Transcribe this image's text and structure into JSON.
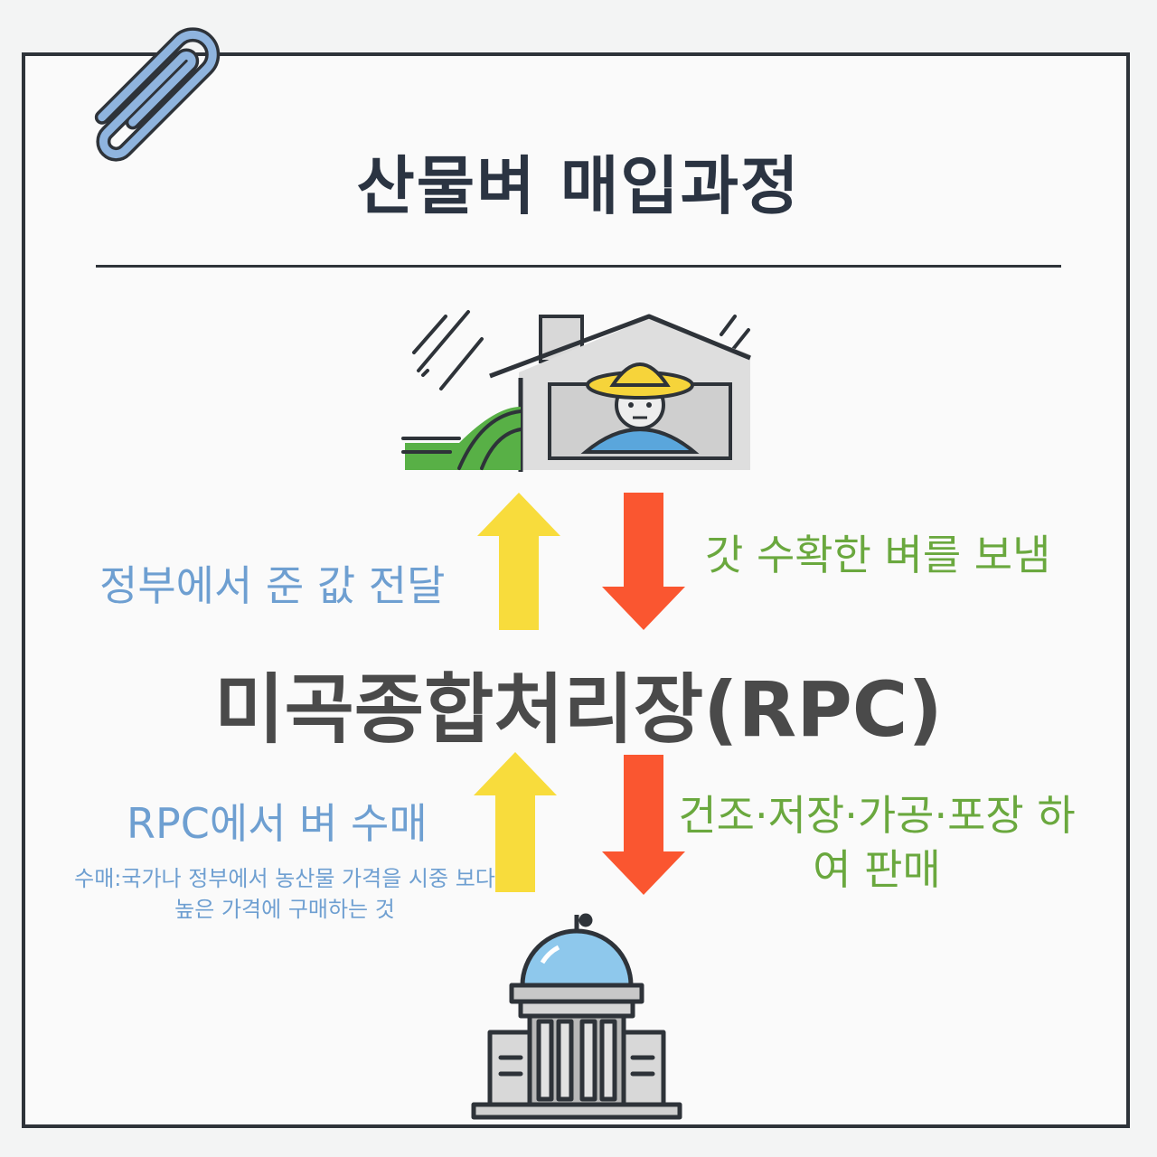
{
  "title": "산물벼 매입과정",
  "labels": {
    "gov_pays": "정부에서 준 값 전달",
    "farm_sends": "갓 수확한 벼를 보냄",
    "rpc": "미곡종합처리장(RPC)",
    "rpc_buys": "RPC에서 벼 수매",
    "note": "수매:국가나 정부에서 농산물 가격을 시중 보다 높은 가격에 구매하는 것",
    "sell": "건조·저장·가공·포장 하여 판매"
  },
  "colors": {
    "up_arrow": "#f8dc3c",
    "down_arrow": "#fa5630",
    "blue_text": "#6e9fd1",
    "green_text": "#6aa83e"
  },
  "icons": [
    "paperclip-icon",
    "farmer-house-icon",
    "government-building-icon"
  ]
}
